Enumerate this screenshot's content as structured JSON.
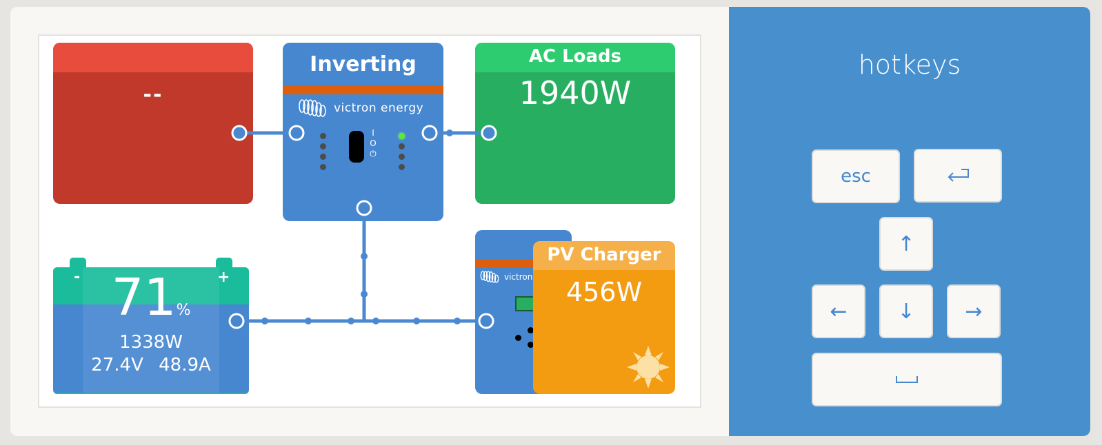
{
  "diagram": {
    "shore": {
      "value": "--"
    },
    "inverter": {
      "title": "Inverting",
      "brand": "victron energy",
      "switch_labels": [
        "I",
        "O",
        "⏻"
      ],
      "left_leds": [
        false,
        false,
        false,
        false
      ],
      "right_leds": [
        true,
        false,
        false,
        false
      ]
    },
    "ac_loads": {
      "title": "AC Loads",
      "value": "1940W"
    },
    "battery": {
      "soc": "71",
      "soc_unit": "%",
      "minus": "-",
      "plus": "+",
      "power": "1338W",
      "voltage": "27.4V",
      "current": "48.9A"
    },
    "mppt": {
      "brand": "victron"
    },
    "pv_charger": {
      "title": "PV Charger",
      "value": "456W"
    }
  },
  "hotkeys": {
    "title": "hotkeys",
    "keys": {
      "esc": "esc",
      "enter": "⏎",
      "up": "↑",
      "left": "←",
      "down": "↓",
      "right": "→",
      "space": "␣"
    }
  },
  "colors": {
    "shore_body": "#c0392b",
    "shore_head": "#e74c3c",
    "inverter": "#4687d0",
    "victron_orange": "#dd5e0d",
    "ac_body": "#27ae60",
    "ac_head": "#2ecc71",
    "battery_top": "#1abc9c",
    "pv_body": "#f39c12",
    "pv_head": "#f5b04a",
    "hotkeys_panel": "#488fce"
  }
}
